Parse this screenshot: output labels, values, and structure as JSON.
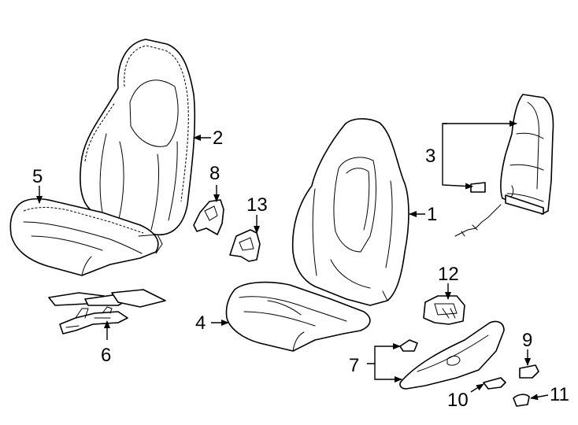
{
  "callouts": {
    "n1": "1",
    "n2": "2",
    "n3": "3",
    "n4": "4",
    "n5": "5",
    "n6": "6",
    "n7": "7",
    "n8": "8",
    "n9": "9",
    "n10": "10",
    "n11": "11",
    "n12": "12",
    "n13": "13"
  }
}
